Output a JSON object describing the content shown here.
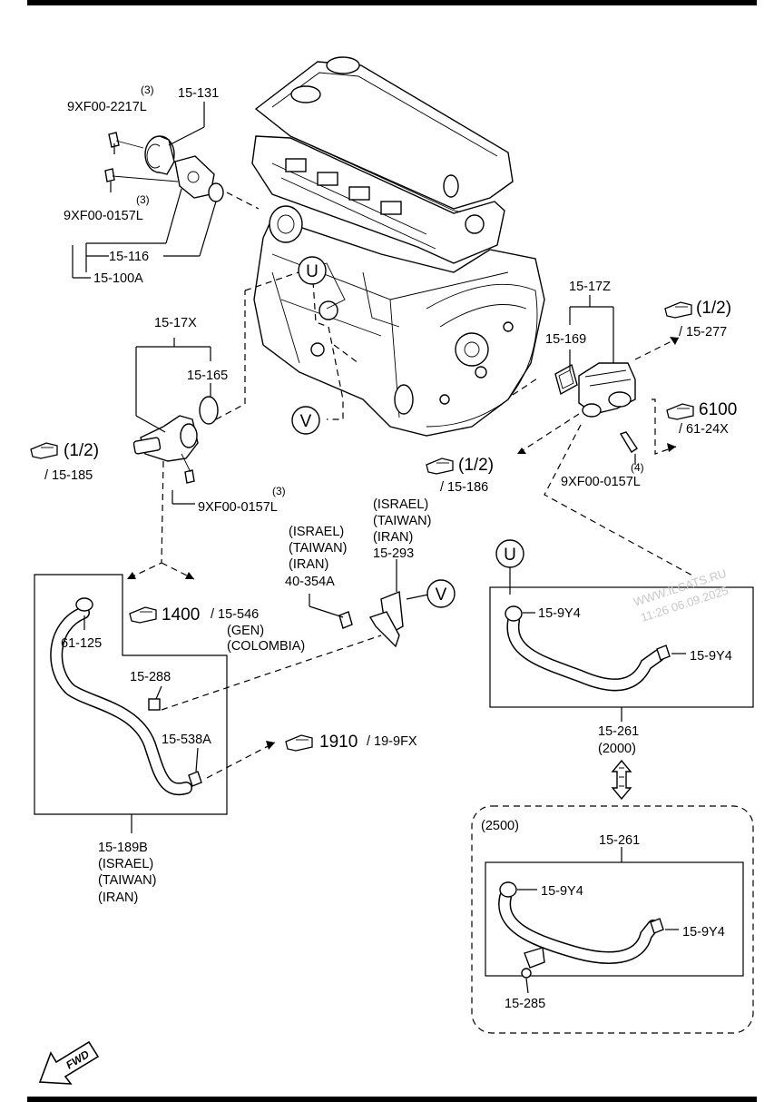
{
  "labels": {
    "qty3_a": "(3)",
    "bolt_2217": "9XF00-2217L",
    "p15_131": "15-131",
    "qty3_b": "(3)",
    "bolt_0157_a": "9XF00-0157L",
    "p15_116": "15-116",
    "p15_100a": "15-100A",
    "p15_17z": "15-17Z",
    "p15_169": "15-169",
    "p15_17x": "15-17X",
    "p15_165": "15-165",
    "qty3_c": "(3)",
    "bolt_0157_b": "9XF00-0157L",
    "qty4": "(4)",
    "bolt_0157_c": "9XF00-0157L",
    "israel_a": "(ISRAEL)",
    "taiwan_a": "(TAIWAN)",
    "iran_a": "(IRAN)",
    "p15_293": "15-293",
    "israel_b": "(ISRAEL)",
    "taiwan_b": "(TAIWAN)",
    "iran_b": "(IRAN)",
    "p40_354a": "40-354A",
    "p61_125": "61-125",
    "p15_288": "15-288",
    "p15_538a": "15-538A",
    "p15_189b": "15-189B",
    "israel_c": "(ISRAEL)",
    "taiwan_c": "(TAIWAN)",
    "iran_c": "(IRAN)",
    "gen": "(GEN)",
    "colombia": "(COLOMBIA)",
    "p15_9y4_a": "15-9Y4",
    "p15_9y4_b": "15-9Y4",
    "p15_261_a": "15-261",
    "y2000": "(2000)",
    "y2500": "(2500)",
    "p15_261_b": "15-261",
    "p15_9y4_c": "15-9Y4",
    "p15_9y4_d": "15-9Y4",
    "p15_285": "15-285",
    "ref_u": "U",
    "ref_v": "V",
    "fwd": "FWD"
  },
  "references": {
    "r1": {
      "big": "(1/2)",
      "small": "/ 15-277"
    },
    "r2": {
      "big": "6100",
      "small": "/ 61-24X"
    },
    "r3": {
      "big": "(1/2)",
      "small": "/ 15-185"
    },
    "r4": {
      "big": "(1/2)",
      "small": "/ 15-186"
    },
    "r5": {
      "big": "1400",
      "small": "/ 15-546"
    },
    "r6": {
      "big": "1910",
      "small": "/ 19-9FX"
    }
  },
  "watermark": {
    "line1": "WWW.ILCATS.RU",
    "line2": "11:26 06.09.2025"
  }
}
